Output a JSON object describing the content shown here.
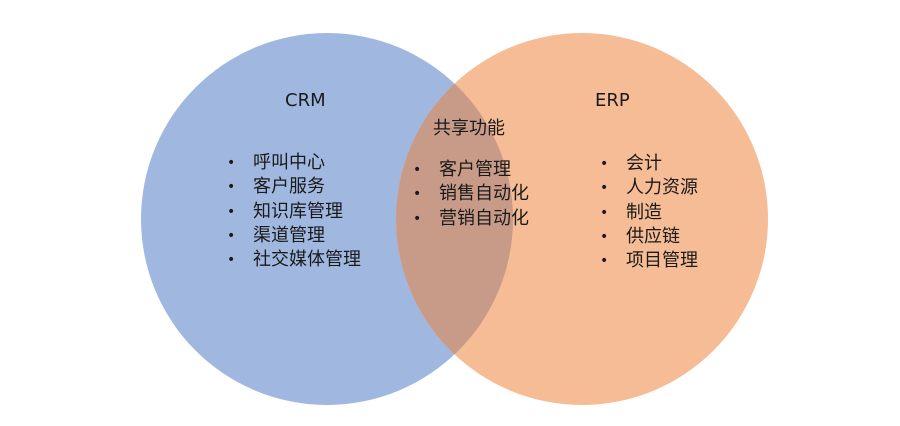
{
  "colors": {
    "crm_circle": "#a0b8e0",
    "erp_circle": "#f5bc96",
    "overlap": "#c89a88",
    "text": "#1a1a1a"
  },
  "bullet_char": "•",
  "crm": {
    "title": "CRM",
    "items": [
      "呼叫中心",
      "客户服务",
      "知识库管理",
      "渠道管理",
      "社交媒体管理"
    ]
  },
  "shared": {
    "title": "共享功能",
    "items": [
      "客户管理",
      "销售自动化",
      "营销自动化"
    ]
  },
  "erp": {
    "title": "ERP",
    "items": [
      "会计",
      "人力资源",
      "制造",
      "供应链",
      "项目管理"
    ]
  }
}
